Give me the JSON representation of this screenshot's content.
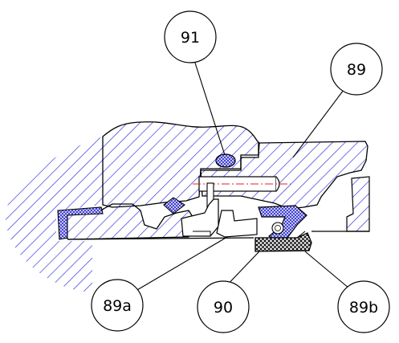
{
  "callouts": {
    "c91": "91",
    "c89": "89",
    "c89a": "89a",
    "c90": "90",
    "c89b": "89b"
  },
  "colors": {
    "hatch": "#2a2ae0",
    "seal_fill": "#3a3ad0",
    "line": "#000000",
    "centerline": "#e02020",
    "background": "#ffffff"
  }
}
